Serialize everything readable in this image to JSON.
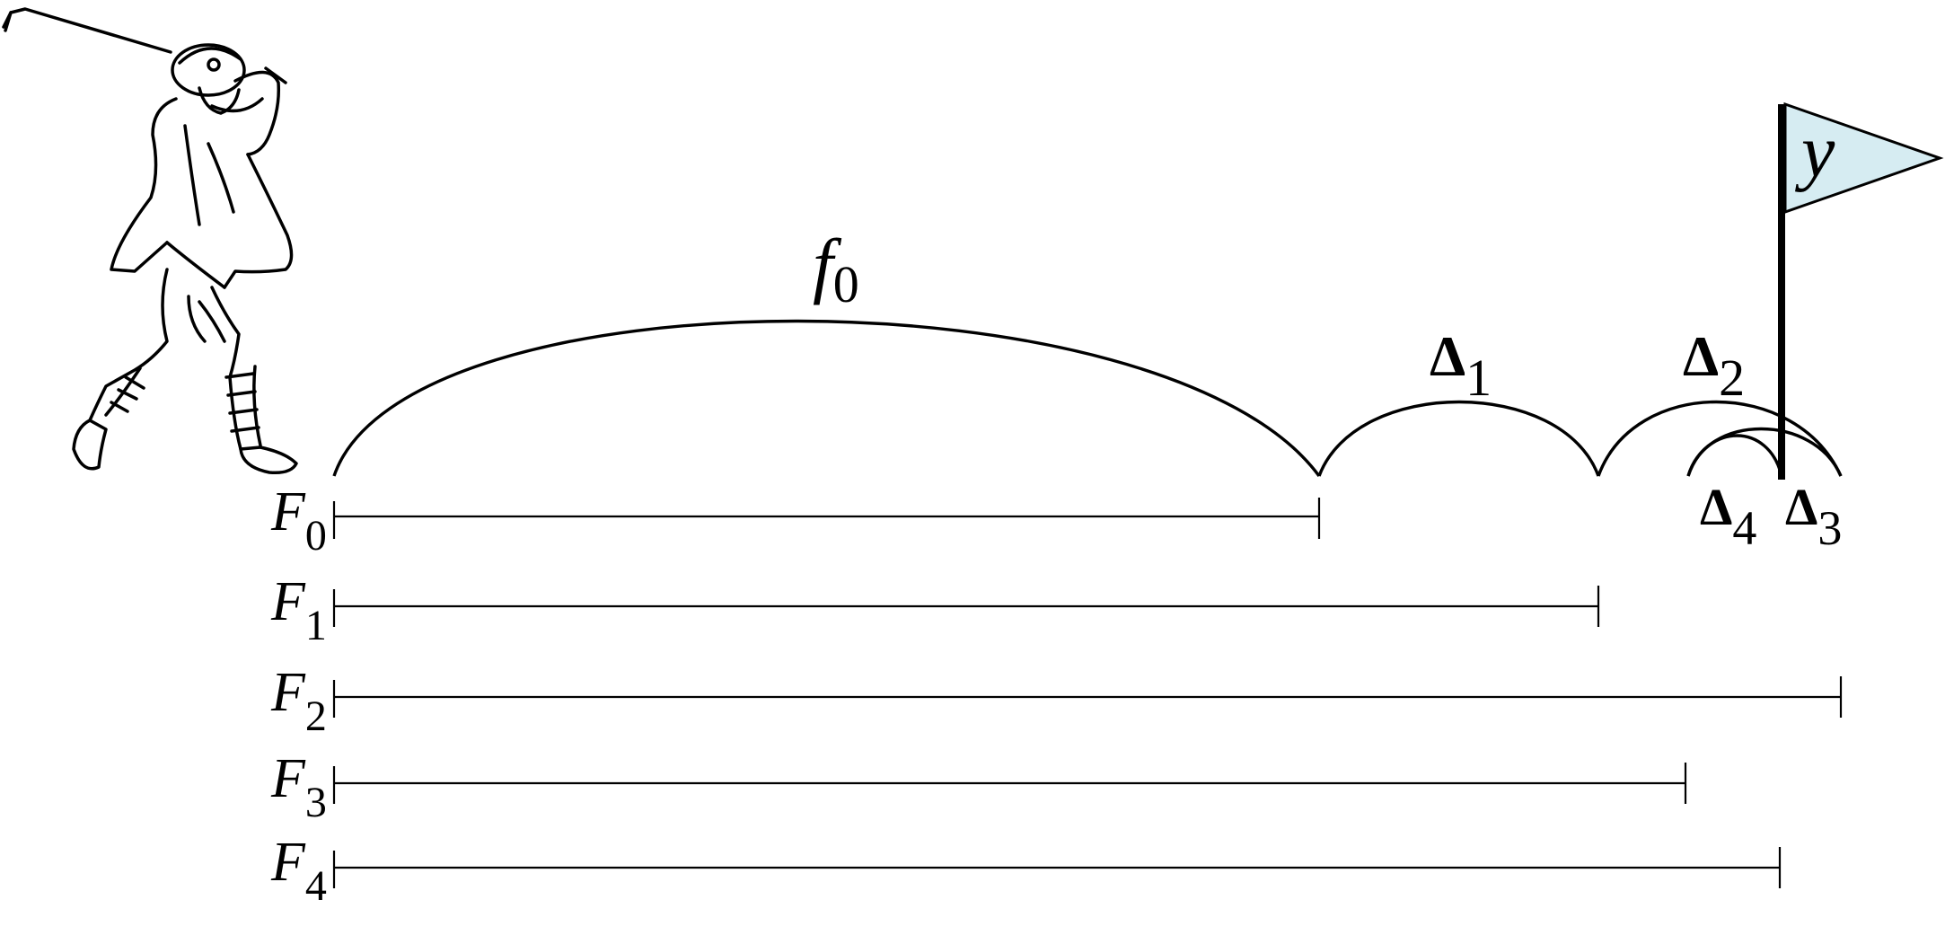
{
  "arc_labels": {
    "f0": {
      "base": "f",
      "sub": "0"
    },
    "delta1": {
      "base": "Δ",
      "sub": "1"
    },
    "delta2": {
      "base": "Δ",
      "sub": "2"
    },
    "delta3": {
      "base": "Δ",
      "sub": "3"
    },
    "delta4": {
      "base": "Δ",
      "sub": "4"
    }
  },
  "flag": {
    "label": "y",
    "color": "#d6ecf2"
  },
  "rows": [
    {
      "base": "F",
      "sub": "0"
    },
    {
      "base": "F",
      "sub": "1"
    },
    {
      "base": "F",
      "sub": "2"
    },
    {
      "base": "F",
      "sub": "3"
    },
    {
      "base": "F",
      "sub": "4"
    }
  ],
  "illustration": "golfer-figure"
}
